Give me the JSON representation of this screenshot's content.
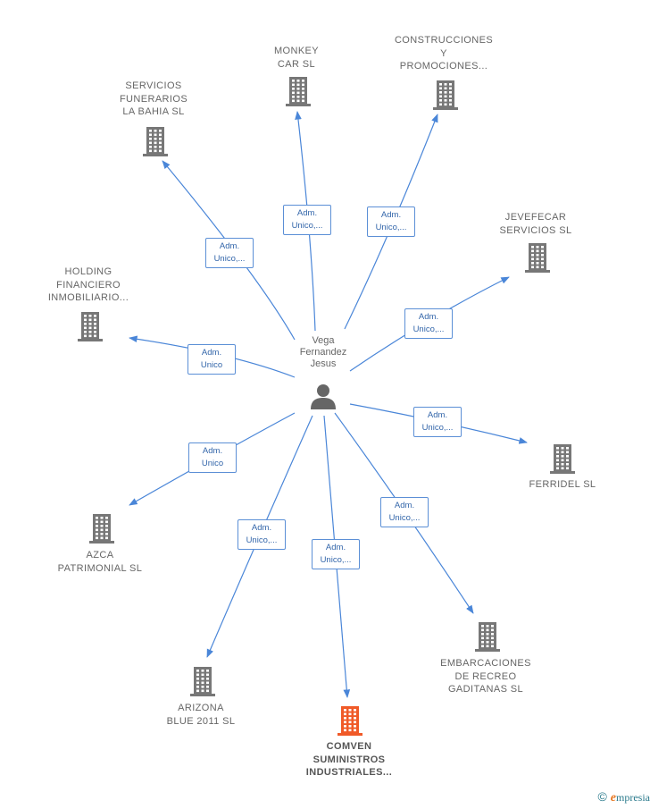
{
  "center": {
    "name": "Vega\nFernandez\nJesus",
    "icon": "person-icon"
  },
  "nodes": [
    {
      "id": "monkey",
      "label": "MONKEY\nCAR  SL",
      "icon": "building-icon",
      "highlight": false,
      "edge_label": "Adm.\nUnico,..."
    },
    {
      "id": "construcciones",
      "label": "CONSTRUCCIONES\nY\nPROMOCIONES...",
      "icon": "building-icon",
      "highlight": false,
      "edge_label": "Adm.\nUnico,..."
    },
    {
      "id": "servicios",
      "label": "SERVICIOS\nFUNERARIOS\nLA BAHIA  SL",
      "icon": "building-icon",
      "highlight": false,
      "edge_label": "Adm.\nUnico,..."
    },
    {
      "id": "jevefecar",
      "label": "JEVEFECAR\nSERVICIOS  SL",
      "icon": "building-icon",
      "highlight": false,
      "edge_label": "Adm.\nUnico,..."
    },
    {
      "id": "holding",
      "label": "HOLDING\nFINANCIERO\nINMOBILIARIO...",
      "icon": "building-icon",
      "highlight": false,
      "edge_label": "Adm.\nUnico"
    },
    {
      "id": "ferridel",
      "label": "FERRIDEL  SL",
      "icon": "building-icon",
      "highlight": false,
      "edge_label": "Adm.\nUnico,..."
    },
    {
      "id": "azca",
      "label": "AZCA\nPATRIMONIAL SL",
      "icon": "building-icon",
      "highlight": false,
      "edge_label": "Adm.\nUnico"
    },
    {
      "id": "embarcaciones",
      "label": "EMBARCACIONES\nDE RECREO\nGADITANAS  SL",
      "icon": "building-icon",
      "highlight": false,
      "edge_label": "Adm.\nUnico,..."
    },
    {
      "id": "arizona",
      "label": "ARIZONA\nBLUE 2011 SL",
      "icon": "building-icon",
      "highlight": false,
      "edge_label": "Adm.\nUnico,..."
    },
    {
      "id": "comven",
      "label": "COMVEN\nSUMINISTROS\nINDUSTRIALES...",
      "icon": "building-icon",
      "highlight": true,
      "edge_label": "Adm.\nUnico,..."
    }
  ],
  "colors": {
    "edge": "#4a86d8",
    "building": "#777777",
    "highlight": "#f05a28",
    "person": "#666666"
  },
  "footer": {
    "copyright": "©",
    "brand_first": "e",
    "brand_rest": "mpresia"
  }
}
